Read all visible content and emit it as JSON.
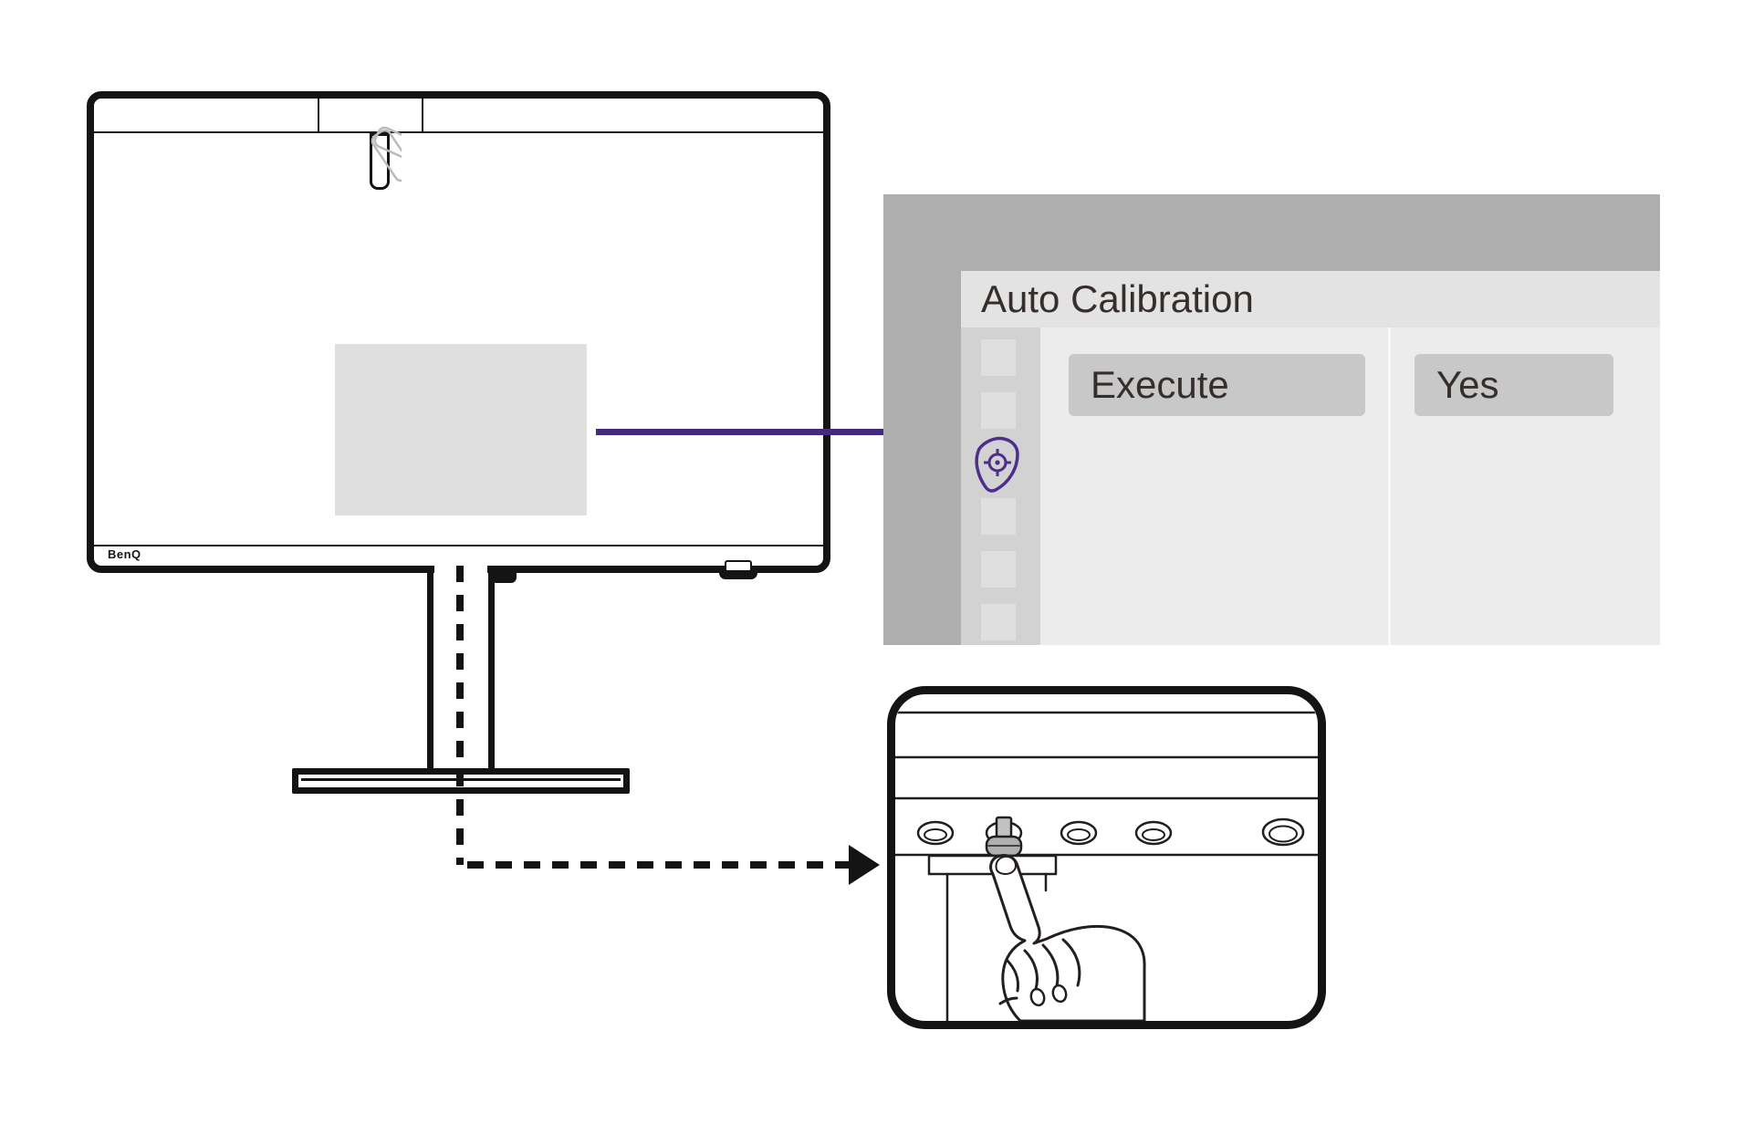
{
  "monitor": {
    "brand": "BenQ",
    "parts": [
      "frame",
      "top-bezel-hood",
      "wifi-dongle",
      "screen-osd-highlight",
      "power-button",
      "stand-column",
      "stand-base"
    ]
  },
  "osd": {
    "title": "Auto Calibration",
    "execute_label": "Execute",
    "yes_label": "Yes",
    "sidebar_item_count": 6,
    "active_item": "calibration-target-icon"
  },
  "closeup": {
    "control_keys": 5,
    "pressed_key_index": 2,
    "power_key_index": 5
  },
  "connectors": {
    "callout": "purple-line-from-screen-to-osd",
    "dashed_arrow": "from-stand-base-to-closeup-box"
  },
  "colors": {
    "accent_purple": "#462b7d",
    "icon_purple": "#4e2d8c",
    "line_black": "#141414",
    "osd_outer_gray": "#aeaeae",
    "osd_titlebar_gray": "#e3e3e3",
    "osd_sidebar_gray": "#d2d2d2",
    "osd_content_gray": "#ececec",
    "osd_button_gray": "#c8c8c8",
    "osd_text": "#362e2b",
    "screen_highlight_gray": "#dfdfe0",
    "ghost_gray": "#bbbbbb",
    "key_cap_gray": "#b0b0b0"
  }
}
